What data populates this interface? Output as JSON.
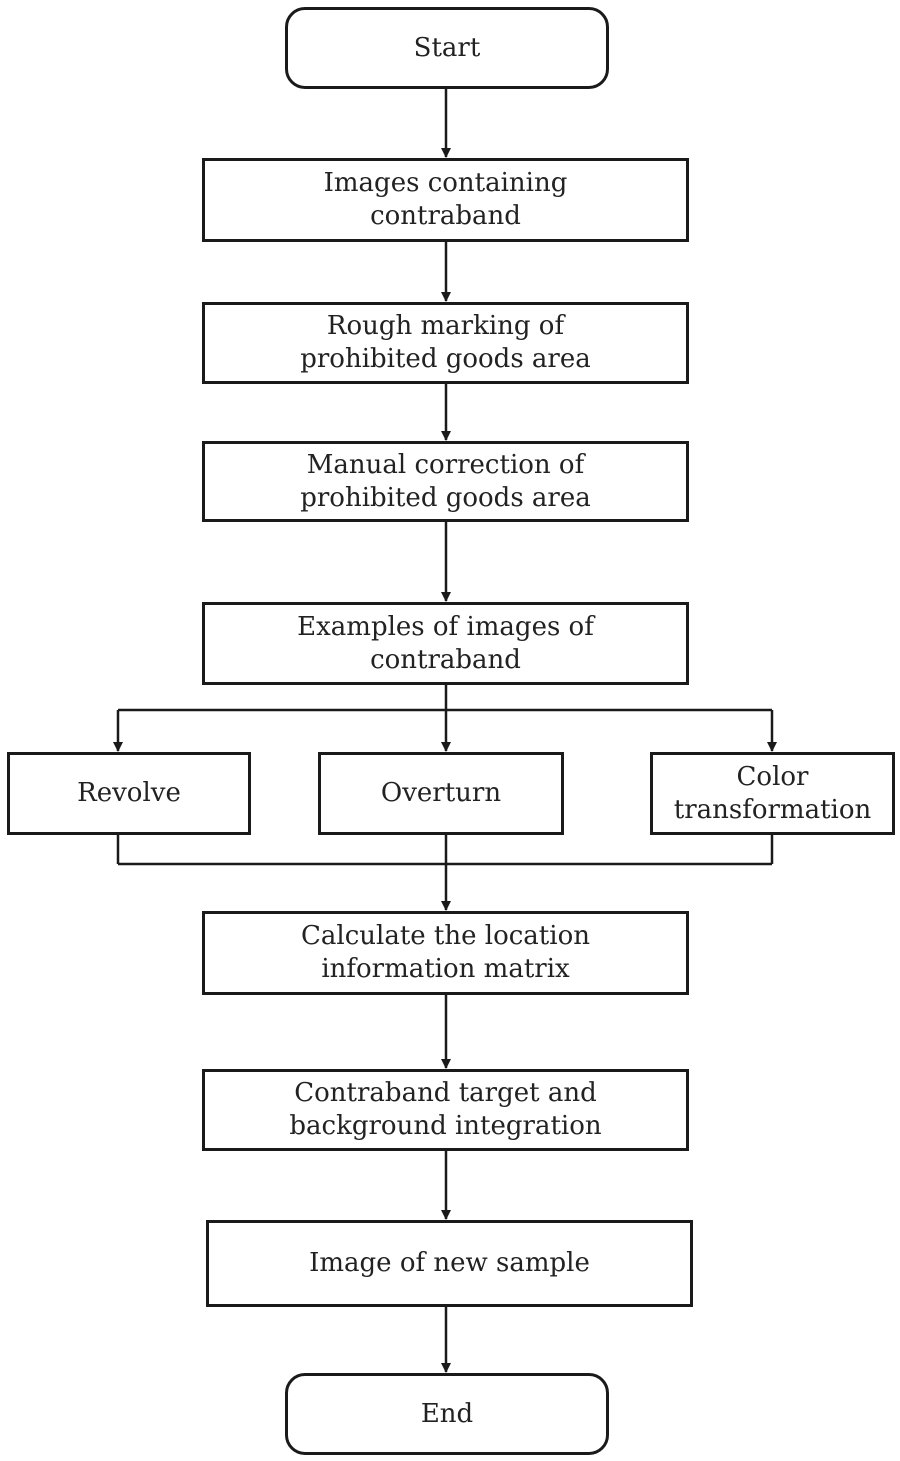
{
  "nodes": {
    "start": "Start",
    "images_containing": "Images containing\ncontraband",
    "rough_marking": "Rough marking of\nprohibited goods area",
    "manual_correction": "Manual correction of\nprohibited goods area",
    "examples": "Examples of images of\ncontraband",
    "revolve": "Revolve",
    "overturn": "Overturn",
    "color_transformation": "Color\ntransformation",
    "calculate": "Calculate the location\ninformation matrix",
    "integration": "Contraband target and\nbackground integration",
    "new_sample": "Image of new sample",
    "end": "End"
  }
}
